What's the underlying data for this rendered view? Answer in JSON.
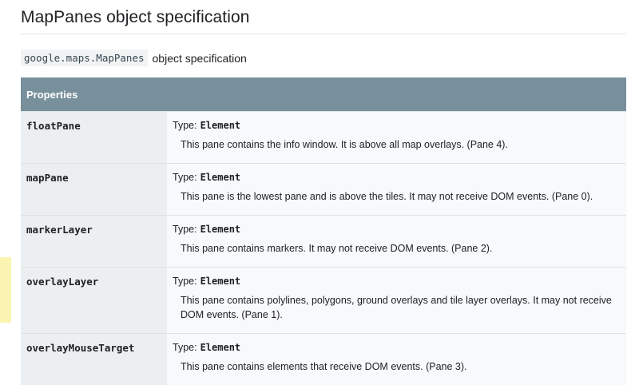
{
  "page": {
    "title": "MapPanes object specification"
  },
  "intro": {
    "code": "google.maps.MapPanes",
    "text": "object specification"
  },
  "table": {
    "header": "Properties",
    "type_label": "Type:",
    "rows": [
      {
        "name": "floatPane",
        "type": "Element",
        "description": "This pane contains the info window. It is above all map overlays. (Pane 4)."
      },
      {
        "name": "mapPane",
        "type": "Element",
        "description": "This pane is the lowest pane and is above the tiles. It may not receive DOM events. (Pane 0)."
      },
      {
        "name": "markerLayer",
        "type": "Element",
        "description": "This pane contains markers. It may not receive DOM events. (Pane 2)."
      },
      {
        "name": "overlayLayer",
        "type": "Element",
        "description": "This pane contains polylines, polygons, ground overlays and tile layer overlays. It may not receive DOM events. (Pane 1)."
      },
      {
        "name": "overlayMouseTarget",
        "type": "Element",
        "description": "This pane contains elements that receive DOM events. (Pane 3)."
      }
    ]
  },
  "colors": {
    "header_bg": "#78909c",
    "name_cell_bg": "#eceff1",
    "desc_cell_bg": "#f7f9fa",
    "side_marker": "#fbf3b0"
  }
}
